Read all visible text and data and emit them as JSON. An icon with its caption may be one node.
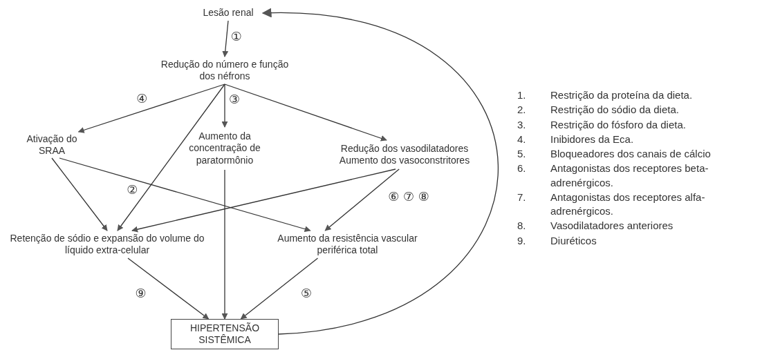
{
  "diagram": {
    "nodes": [
      {
        "text": [
          "Lesão renal"
        ]
      },
      {
        "text": [
          "Redução do número e função dos néfrons"
        ]
      },
      {
        "text": [
          "Ativação do SRAA"
        ]
      },
      {
        "text": [
          "Aumento da concentração de paratormônio"
        ]
      },
      {
        "text": [
          "Redução dos vasodilatadores",
          "Aumento dos vasoconstritores"
        ]
      },
      {
        "text": [
          "Retenção de sódio e expansão do volume do líquido extra-celular"
        ]
      },
      {
        "text": [
          "Aumento da resistência vascular periférica total"
        ]
      },
      {
        "text": [
          "HIPERTENSÃO SISTÊMICA"
        ]
      }
    ],
    "edges": [
      {
        "from": 0,
        "to": 1,
        "arrow": "to",
        "label": "①"
      },
      {
        "from": 1,
        "to": 2,
        "arrow": "to",
        "label": "④"
      },
      {
        "from": 1,
        "to": 3,
        "arrow": "to",
        "label": "③"
      },
      {
        "from": 1,
        "to": 4,
        "arrow": "to"
      },
      {
        "from": 1,
        "to": 5,
        "arrow": "to",
        "label": "②"
      },
      {
        "from": 2,
        "to": 5,
        "arrow": "to"
      },
      {
        "from": 2,
        "to": 6,
        "arrow": "to"
      },
      {
        "from": 4,
        "to": 5,
        "arrow": "to"
      },
      {
        "from": 4,
        "to": 6,
        "arrow": "to",
        "label": "⑥ ⑦ ⑧"
      },
      {
        "from": 3,
        "to": 7,
        "arrow": "to"
      },
      {
        "from": 5,
        "to": 7,
        "arrow": "to",
        "label": "⑨"
      },
      {
        "from": 6,
        "to": 7,
        "arrow": "to",
        "label": "⑤"
      },
      {
        "from": 7,
        "to": 0,
        "arrow": "to"
      }
    ],
    "labels": [
      "1.",
      "Restrição da proteína da dieta.",
      "2.",
      "Restrição do sódio da dieta.",
      "3.",
      "Restrição do fósforo da dieta.",
      "4.",
      "Inibidores da Eca.",
      "5.",
      "Bloqueadores dos canais de cálcio",
      "6.",
      "Antagonistas dos receptores beta-adrenérgicos.",
      "7.",
      "Antagonistas dos receptores alfa-adrenérgicos.",
      "8.",
      "Vasodilatadores anteriores",
      "9.",
      "Diuréticos"
    ]
  }
}
